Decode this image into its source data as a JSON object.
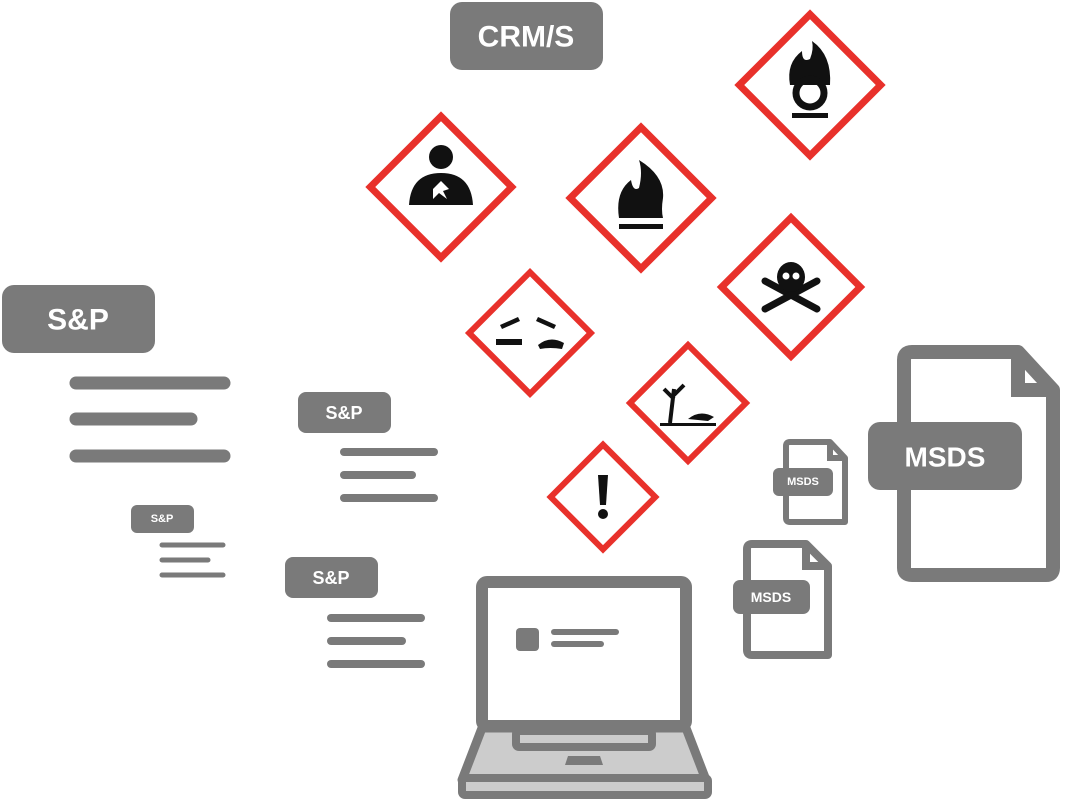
{
  "labels": {
    "crms": "CRM/S",
    "sp_large": "S&P",
    "sp_medium_1": "S&P",
    "sp_small": "S&P",
    "sp_medium_2": "S&P",
    "msds_large": "MSDS",
    "msds_small": "MSDS",
    "msds_medium": "MSDS"
  },
  "pictograms": [
    "health-hazard",
    "oxidizer",
    "flammable",
    "acute-toxicity",
    "corrosive",
    "environment",
    "exclamation-mark"
  ],
  "colors": {
    "gray": "#7a7a7a",
    "hazard_red": "#e8312b",
    "light_gray": "#cccccc"
  }
}
